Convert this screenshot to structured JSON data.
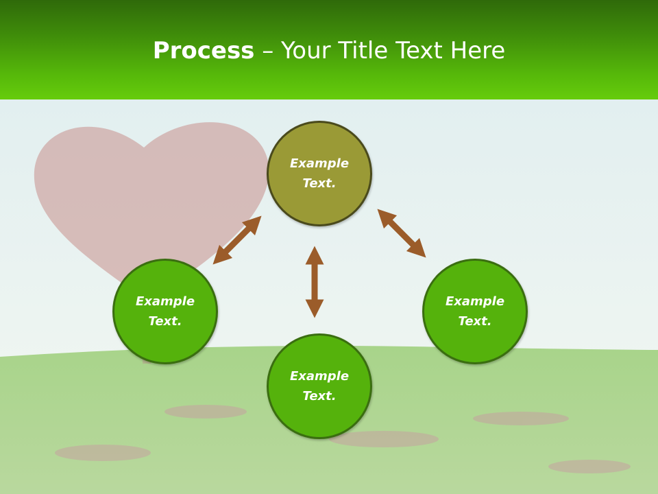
{
  "header": {
    "title_bold": "Process",
    "title_rest": " – Your Title Text Here"
  },
  "nodes": {
    "top": "Example Text.",
    "left": "Example Text.",
    "bottom": "Example Text.",
    "right": "Example Text."
  },
  "colors": {
    "header_green": "#56b80a",
    "node_green": "#55b20c",
    "node_olive": "#9a9a36",
    "arrow_brown": "#9b5c2a"
  }
}
